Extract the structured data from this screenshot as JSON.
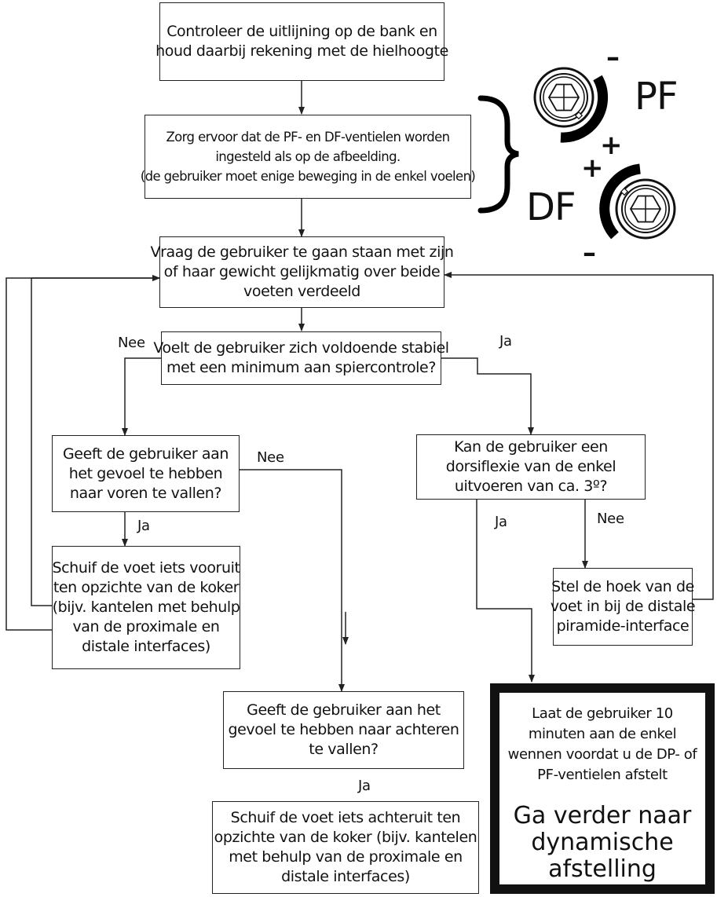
{
  "steps": {
    "step1": [
      "Controleer de uitlijning op de bank en",
      "houd daarbij rekening met de hielhoogte"
    ],
    "step2": [
      "Zorg ervoor dat de PF- en DF-ventielen worden",
      "ingesteld als op de afbeelding.",
      "(de gebruiker moet enige beweging in de enkel voelen)"
    ],
    "step3": [
      "Vraag de gebruiker te gaan staan met zijn",
      "of haar gewicht gelijkmatig over beide",
      "voeten verdeeld"
    ],
    "q1": [
      "Voelt de gebruiker zich voldoende stabiel",
      "met een minimum aan spiercontrole?"
    ],
    "q_forward": [
      "Geeft de gebruiker aan",
      "het gevoel te hebben",
      "naar voren te vallen?"
    ],
    "act_forward": [
      "Schuif de voet iets vooruit",
      "ten opzichte van de koker",
      "(bijv. kantelen met behulp",
      "van de proximale en",
      "distale interfaces)"
    ],
    "q_dorsi": [
      "Kan de gebruiker een",
      "dorsiflexie van de enkel",
      "uitvoeren van ca. 3º?"
    ],
    "act_angle": [
      "Stel de hoek van de",
      "voet in bij de distale",
      "piramide-interface"
    ],
    "q_backward": [
      "Geeft de gebruiker aan het",
      "gevoel te hebben naar achteren",
      "te vallen?"
    ],
    "act_backward": [
      "Schuif de voet iets achteruit ten",
      "opzichte van de koker (bijv. kantelen",
      "met behulp van de proximale en",
      "distale interfaces)"
    ]
  },
  "final": {
    "instruction": [
      "Laat de gebruiker 10",
      "minuten aan de enkel",
      "wennen voordat u de DP- of",
      "PF-ventielen afstelt"
    ],
    "next": [
      "Ga verder naar",
      "dynamische",
      "afstelling"
    ]
  },
  "labels": {
    "nee_q1": "Nee",
    "ja_q1": "Ja",
    "nee_forward": "Nee",
    "ja_forward": "Ja",
    "ja_dorsi": "Ja",
    "nee_dorsi": "Nee",
    "ja_backward": "Ja"
  },
  "valves": {
    "pf_tag": "PF",
    "df_tag": "DF",
    "pf_minus": "–",
    "pf_plus": "+",
    "df_plus": "+",
    "df_minus": "–"
  }
}
